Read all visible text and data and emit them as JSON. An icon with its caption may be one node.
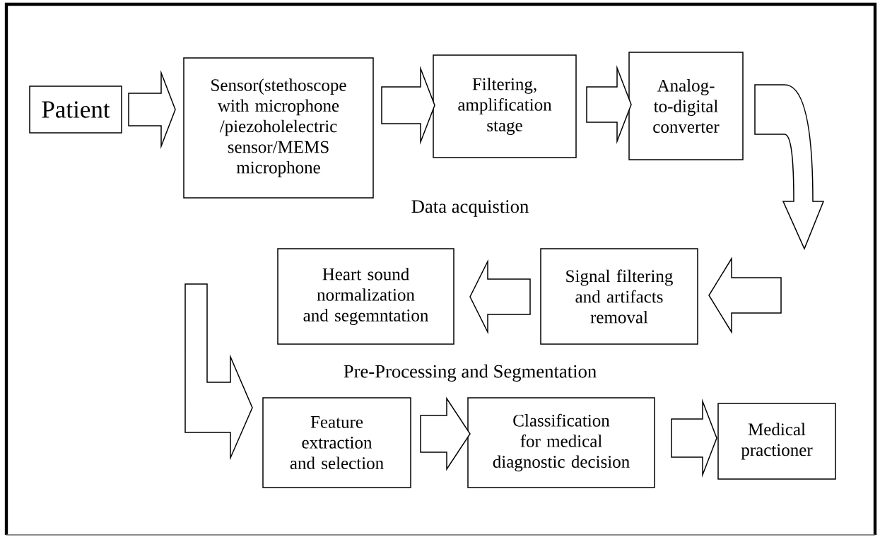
{
  "diagram": {
    "nodes": [
      {
        "text": [
          "Patient"
        ]
      },
      {
        "text": [
          "Sensor(stethoscope with microphone /piezoholelectric sensor/MEMS microphone"
        ]
      },
      {
        "text": [
          "Filtering, amplification stage"
        ]
      },
      {
        "text": [
          "Analog-to-digital converter"
        ]
      },
      {
        "text": [
          "Signal filtering and artifacts removal"
        ]
      },
      {
        "text": [
          "Heart sound normalization and segemntation"
        ]
      },
      {
        "text": [
          "Feature extraction and selection"
        ]
      },
      {
        "text": [
          "Classification for medical diagnostic decision"
        ]
      },
      {
        "text": [
          "Medical practioner"
        ]
      }
    ],
    "edges": [
      {
        "from": 0,
        "to": 1,
        "arrow": "to"
      },
      {
        "from": 1,
        "to": 2,
        "arrow": "to"
      },
      {
        "from": 2,
        "to": 3,
        "arrow": "to"
      },
      {
        "from": 3,
        "to": 4,
        "arrow": "to"
      },
      {
        "from": 4,
        "to": 5,
        "arrow": "to"
      },
      {
        "from": 5,
        "to": 6,
        "arrow": "to"
      },
      {
        "from": 6,
        "to": 7,
        "arrow": "to"
      },
      {
        "from": 7,
        "to": 8,
        "arrow": "to"
      }
    ],
    "labels": [
      "Data acquistion",
      "Pre-Processing and Segmentation"
    ]
  }
}
